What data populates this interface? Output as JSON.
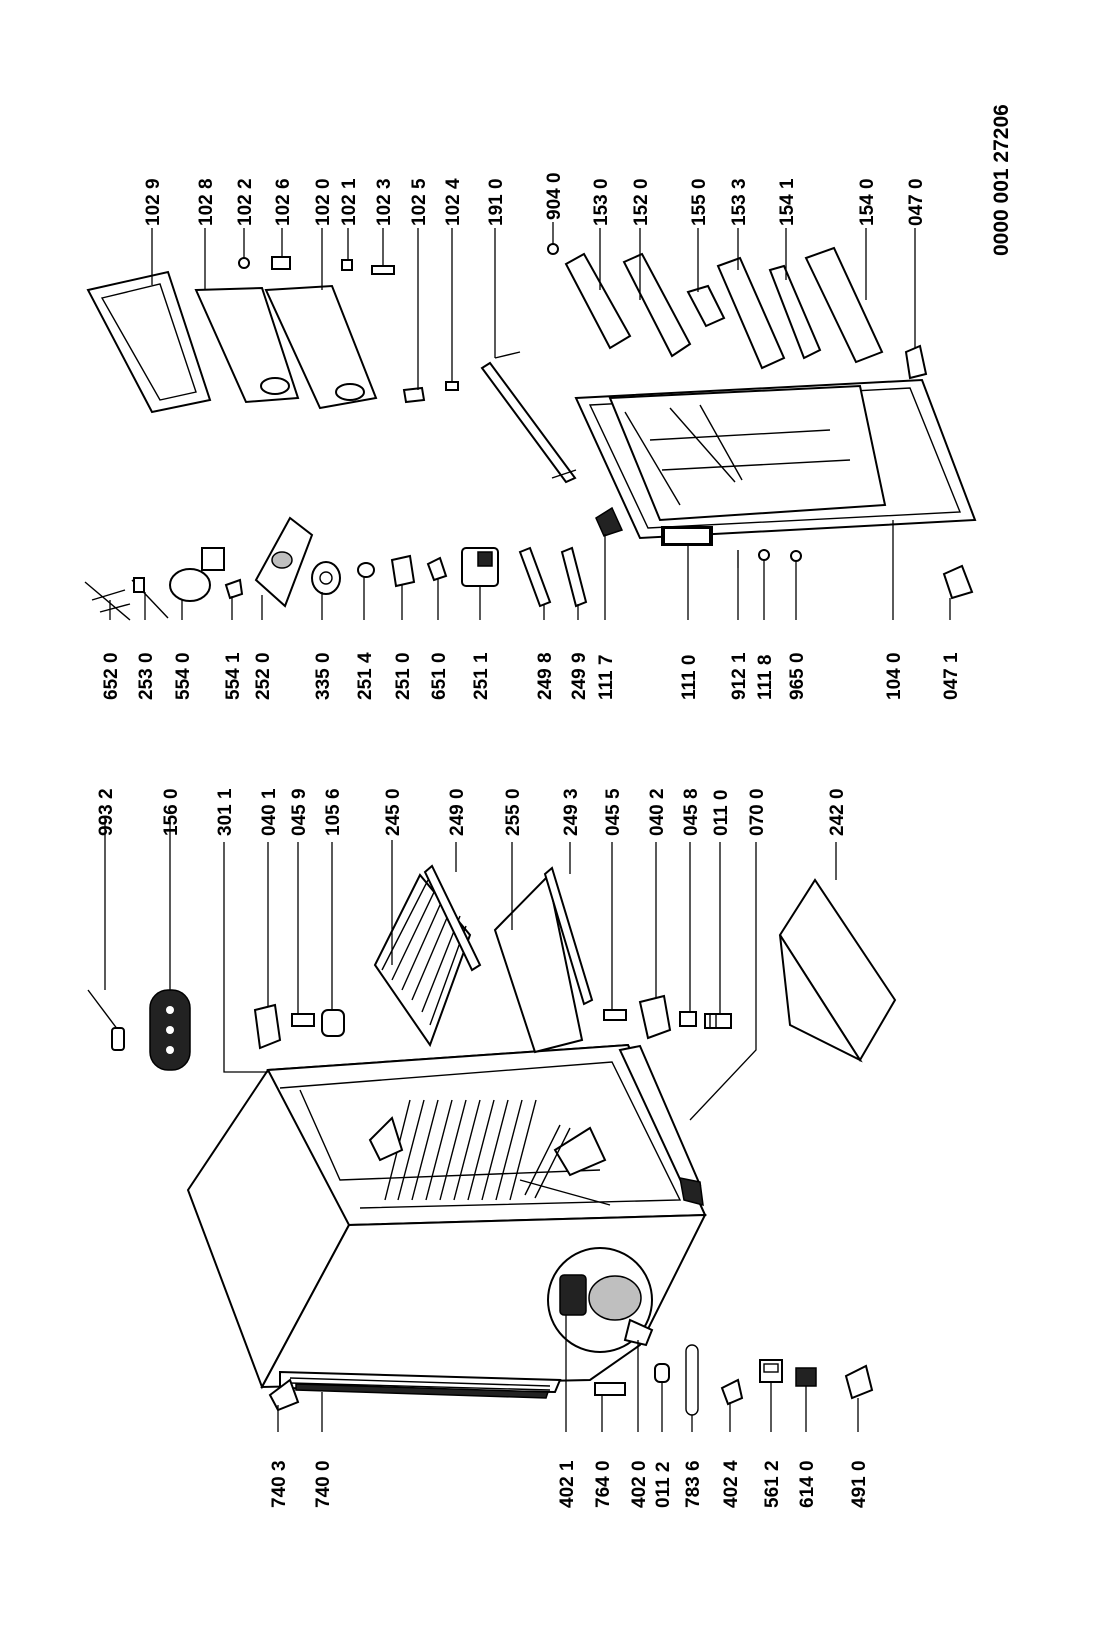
{
  "diagram": {
    "doc_number": "0000 001 27206",
    "labels": {
      "l1029": "102 9",
      "l1028": "102 8",
      "l1022": "102 2",
      "l1026": "102 6",
      "l1020": "102 0",
      "l1021": "102 1",
      "l1023": "102 3",
      "l1025": "102 5",
      "l1024": "102 4",
      "l1910": "191 0",
      "l9040": "904 0",
      "l1530": "153 0",
      "l1520": "152 0",
      "l1550": "155 0",
      "l1533": "153 3",
      "l1541": "154 1",
      "l1540": "154 0",
      "l0470": "047 0",
      "l6520": "652 0",
      "l2530": "253 0",
      "l5540": "554 0",
      "l5541": "554 1",
      "l2520": "252 0",
      "l3350": "335 0",
      "l2514": "251 4",
      "l2510": "251 0",
      "l6510": "651 0",
      "l2511": "251 1",
      "l2498": "249 8",
      "l2499": "249 9",
      "l1117": "111 7",
      "l1110": "111 0",
      "l9121": "912 1",
      "l1118": "111 8",
      "l9650": "965 0",
      "l1040": "104 0",
      "l0471": "047 1",
      "l9932": "993 2",
      "l1560": "156 0",
      "l3011": "301 1",
      "l0401": "040 1",
      "l0459": "045 9",
      "l1056": "105 6",
      "l2450": "245 0",
      "l2490": "249 0",
      "l2550": "255 0",
      "l2493": "249 3",
      "l0455": "045 5",
      "l0402": "040 2",
      "l0458": "045 8",
      "l0110": "011 0",
      "l0700": "070 0",
      "l2420": "242 0",
      "l7403": "740 3",
      "l7400": "740 0",
      "l4021": "402 1",
      "l7640": "764 0",
      "l4020": "402 0",
      "l0112": "011 2",
      "l7836": "783 6",
      "l4024": "402 4",
      "l5612": "561 2",
      "l6140": "614 0",
      "l4910": "491 0"
    }
  }
}
